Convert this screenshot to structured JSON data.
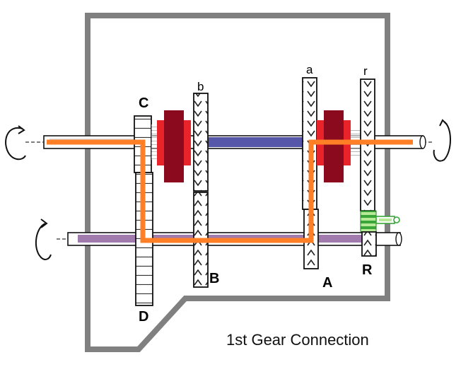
{
  "diagram": {
    "caption": "1st Gear Connection",
    "gear_labels": {
      "C": "C",
      "D": "D",
      "b": "b",
      "B": "B",
      "a": "a",
      "A": "A",
      "r": "r",
      "R": "R"
    },
    "colors": {
      "housing": "#808080",
      "main_shaft": "#3a3a9a",
      "counter_shaft": "#8a5a9a",
      "power_path": "#ff7f27",
      "synchro_outer": "#e8232a",
      "synchro_inner": "#8b0a1e",
      "reverse_idler": "#7bd35a"
    }
  }
}
